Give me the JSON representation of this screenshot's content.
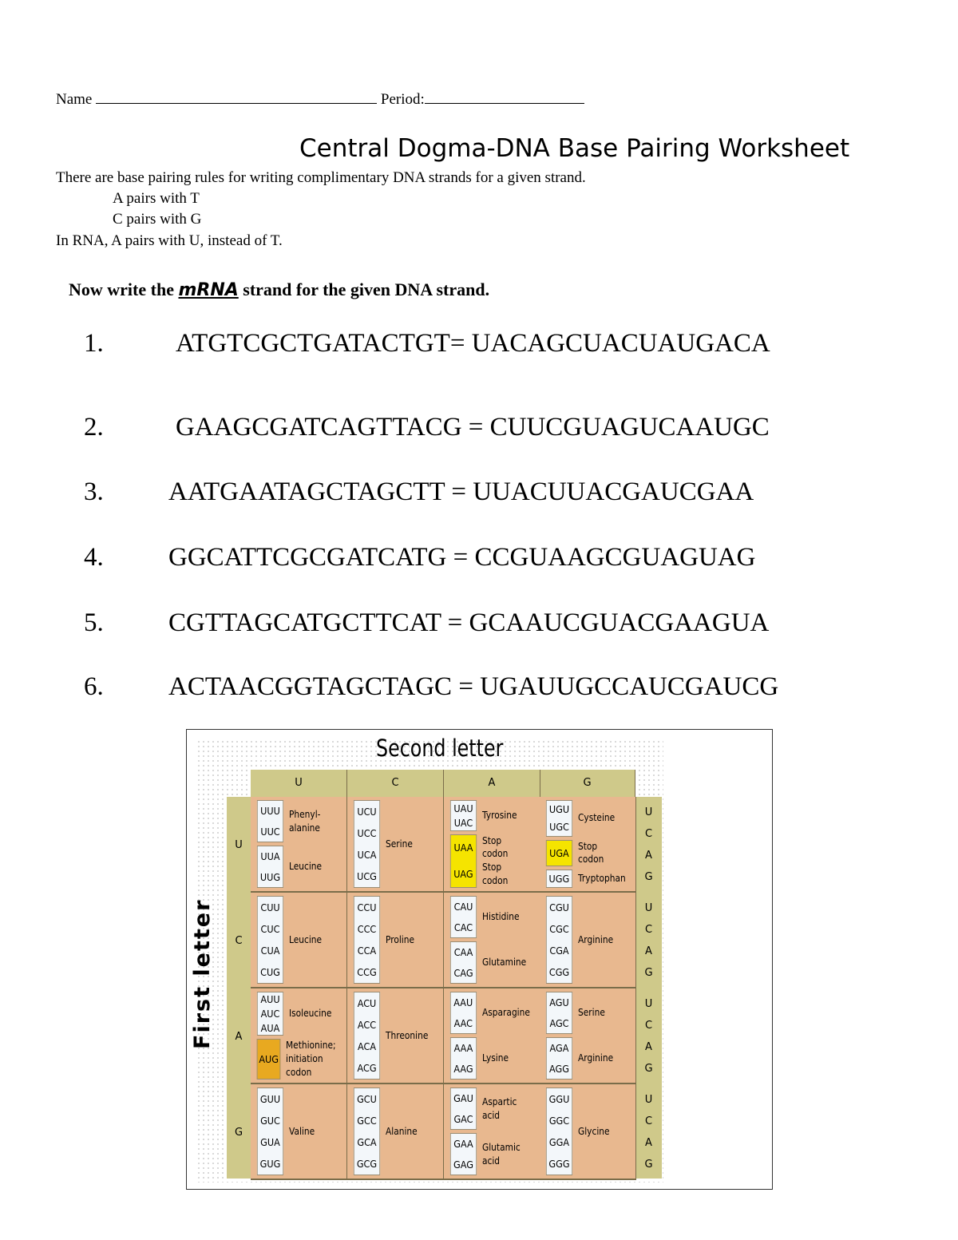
{
  "header": {
    "name_label": "Name",
    "period_label": "Period:"
  },
  "title": "Central Dogma-DNA Base Pairing Worksheet",
  "intro": [
    "There are base pairing rules for writing complimentary DNA strands for a given strand.",
    "A pairs with T",
    "C pairs with G",
    "In RNA, A pairs with U, instead of T."
  ],
  "instruction": {
    "pre": "Now write the ",
    "emph": "mRNA",
    "post": " strand for the given DNA strand."
  },
  "questions": [
    {
      "num": "1.",
      "text": "ATGTCGCTGATACTGT= UACAGCUACUAUGACA"
    },
    {
      "num": "2.",
      "text": "GAAGCGATCAGTTACG = CUUCGUAGUCAAUGC"
    },
    {
      "num": "3.",
      "text": "AATGAATAGCTAGCTT = UUACUUACGAUCGAA"
    },
    {
      "num": "4.",
      "text": "GGCATTCGCGATCATG = CCGUAAGCGUAGUAG"
    },
    {
      "num": "5.",
      "text": "CGTTAGCATGCTTCAT = GCAAUCGUACGAAGUA"
    },
    {
      "num": "6.",
      "text": "ACTAACGGTAGCTAGC = UGAUUGCCAUCGAUCG"
    }
  ],
  "codon_table": {
    "second_letter_label": "Second letter",
    "first_letter_label": "First letter",
    "columns": [
      "U",
      "C",
      "A",
      "G"
    ],
    "third": [
      "U",
      "C",
      "A",
      "G"
    ],
    "colors": {
      "olive": "#cfc98a",
      "tan": "#e8b88f",
      "stop": "#f5e400",
      "start": "#e8a920"
    },
    "rows": [
      {
        "letter": "U",
        "cells": [
          [
            {
              "codons": [
                "UUU",
                "UUC"
              ],
              "aa": "Phenyl-\nalanine"
            },
            {
              "codons": [
                "UUA",
                "UUG"
              ],
              "aa": "Leucine"
            }
          ],
          [
            {
              "codons": [
                "UCU",
                "UCC",
                "UCA",
                "UCG"
              ],
              "aa": "Serine"
            }
          ],
          [
            {
              "codons": [
                "UAU",
                "UAC"
              ],
              "aa": "Tyrosine"
            },
            {
              "codons": [
                "UAA",
                "UAG"
              ],
              "aa": "Stop codon\nStop codon",
              "hl": "stop"
            }
          ],
          [
            {
              "codons": [
                "UGU",
                "UGC"
              ],
              "aa": "Cysteine"
            },
            {
              "codons": [
                "UGA"
              ],
              "aa": "Stop codon",
              "hl": "stop"
            },
            {
              "codons": [
                "UGG"
              ],
              "aa": "Tryptophan"
            }
          ]
        ]
      },
      {
        "letter": "C",
        "cells": [
          [
            {
              "codons": [
                "CUU",
                "CUC",
                "CUA",
                "CUG"
              ],
              "aa": "Leucine"
            }
          ],
          [
            {
              "codons": [
                "CCU",
                "CCC",
                "CCA",
                "CCG"
              ],
              "aa": "Proline"
            }
          ],
          [
            {
              "codons": [
                "CAU",
                "CAC"
              ],
              "aa": "Histidine"
            },
            {
              "codons": [
                "CAA",
                "CAG"
              ],
              "aa": "Glutamine"
            }
          ],
          [
            {
              "codons": [
                "CGU",
                "CGC",
                "CGA",
                "CGG"
              ],
              "aa": "Arginine"
            }
          ]
        ]
      },
      {
        "letter": "A",
        "cells": [
          [
            {
              "codons": [
                "AUU",
                "AUC",
                "AUA"
              ],
              "aa": "Isoleucine"
            },
            {
              "codons": [
                "AUG"
              ],
              "aa": "Methionine;\ninitiation\ncodon",
              "hl": "start"
            }
          ],
          [
            {
              "codons": [
                "ACU",
                "ACC",
                "ACA",
                "ACG"
              ],
              "aa": "Threonine"
            }
          ],
          [
            {
              "codons": [
                "AAU",
                "AAC"
              ],
              "aa": "Asparagine"
            },
            {
              "codons": [
                "AAA",
                "AAG"
              ],
              "aa": "Lysine"
            }
          ],
          [
            {
              "codons": [
                "AGU",
                "AGC"
              ],
              "aa": "Serine"
            },
            {
              "codons": [
                "AGA",
                "AGG"
              ],
              "aa": "Arginine"
            }
          ]
        ]
      },
      {
        "letter": "G",
        "cells": [
          [
            {
              "codons": [
                "GUU",
                "GUC",
                "GUA",
                "GUG"
              ],
              "aa": "Valine"
            }
          ],
          [
            {
              "codons": [
                "GCU",
                "GCC",
                "GCA",
                "GCG"
              ],
              "aa": "Alanine"
            }
          ],
          [
            {
              "codons": [
                "GAU",
                "GAC"
              ],
              "aa": "Aspartic\nacid"
            },
            {
              "codons": [
                "GAA",
                "GAG"
              ],
              "aa": "Glutamic\nacid"
            }
          ],
          [
            {
              "codons": [
                "GGU",
                "GGC",
                "GGA",
                "GGG"
              ],
              "aa": "Glycine"
            }
          ]
        ]
      }
    ]
  }
}
